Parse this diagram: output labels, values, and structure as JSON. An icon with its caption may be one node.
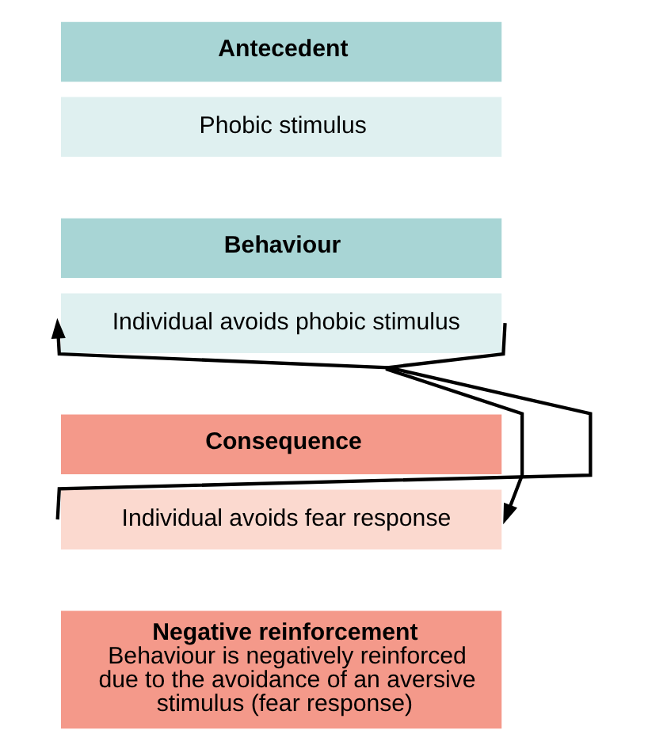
{
  "diagram": {
    "nodes": [
      {
        "text": [
          "Antecedent"
        ]
      },
      {
        "text": [
          "Phobic stimulus"
        ]
      },
      {
        "text": [
          "Behaviour"
        ]
      },
      {
        "text": [
          "Individual avoids phobic stimulus"
        ]
      },
      {
        "text": [
          "Consequence"
        ]
      },
      {
        "text": [
          "Individual avoids fear response"
        ]
      },
      {
        "text": [
          "Negative reinforcement",
          "Behaviour is negatively reinforced due to the avoidance of an aversive stimulus (fear response)"
        ]
      }
    ],
    "edges": [
      {
        "from": 5,
        "to": 3,
        "arrow": "to"
      },
      {
        "from": 3,
        "to": 5,
        "arrow": "to"
      }
    ]
  }
}
